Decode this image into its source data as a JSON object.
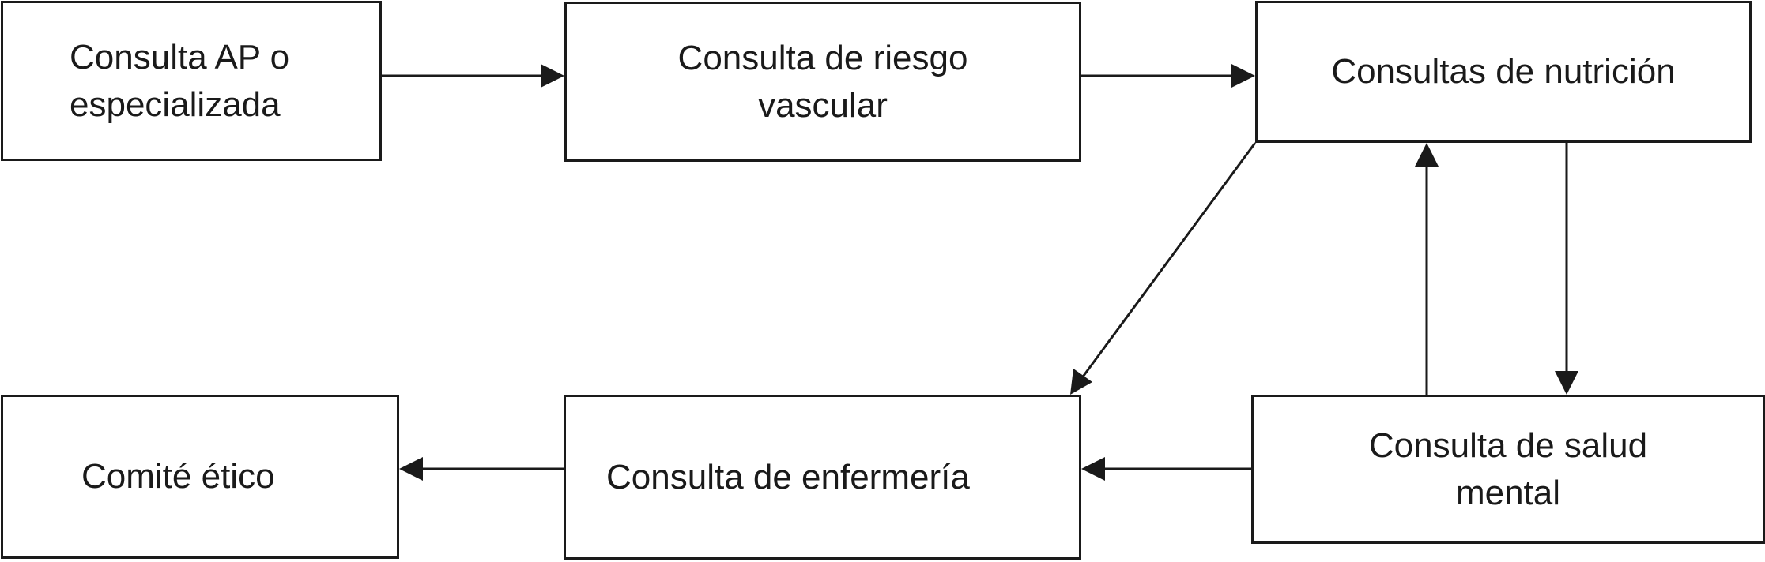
{
  "diagram": {
    "nodes": [
      {
        "id": "ap",
        "label": "Consulta AP o\nespecializada"
      },
      {
        "id": "riesgo",
        "label": "Consulta de riesgo\nvascular"
      },
      {
        "id": "nutricion",
        "label": "Consultas de nutrición"
      },
      {
        "id": "comite",
        "label": "Comité ético"
      },
      {
        "id": "enfermeria",
        "label": "Consulta de enfermería"
      },
      {
        "id": "salud",
        "label": "Consulta de salud\nmental"
      }
    ],
    "edges": [
      {
        "from": "ap",
        "to": "riesgo"
      },
      {
        "from": "riesgo",
        "to": "nutricion"
      },
      {
        "from": "nutricion",
        "to": "enfermeria"
      },
      {
        "from": "nutricion",
        "to": "salud"
      },
      {
        "from": "salud",
        "to": "nutricion"
      },
      {
        "from": "salud",
        "to": "enfermeria"
      },
      {
        "from": "enfermeria",
        "to": "comite"
      }
    ]
  }
}
